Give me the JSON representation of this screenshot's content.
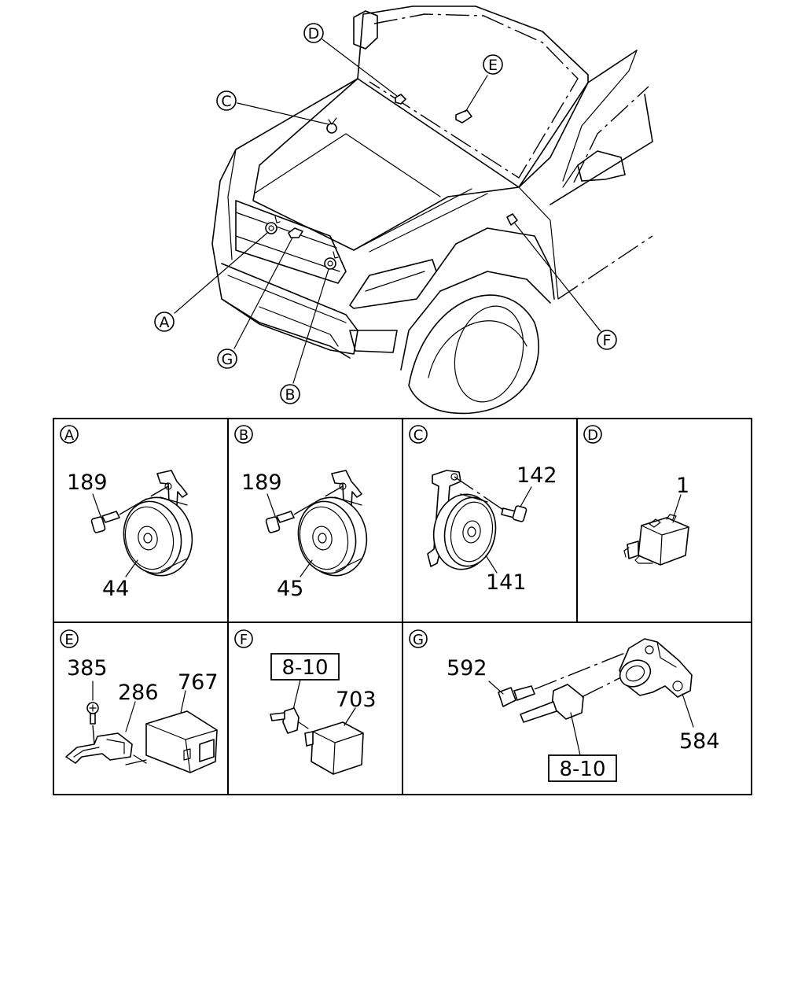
{
  "overview": {
    "callouts": [
      "A",
      "B",
      "C",
      "D",
      "E",
      "F",
      "G"
    ]
  },
  "panels": [
    {
      "letter": "A",
      "labels": [
        "189",
        "44"
      ]
    },
    {
      "letter": "B",
      "labels": [
        "189",
        "45"
      ]
    },
    {
      "letter": "C",
      "labels": [
        "142",
        "141"
      ]
    },
    {
      "letter": "D",
      "labels": [
        "1"
      ]
    },
    {
      "letter": "E",
      "labels": [
        "385",
        "286",
        "767"
      ]
    },
    {
      "letter": "F",
      "labels": [
        "703"
      ],
      "ref": "8-10"
    },
    {
      "letter": "G",
      "labels": [
        "592",
        "584"
      ],
      "ref": "8-10"
    }
  ]
}
